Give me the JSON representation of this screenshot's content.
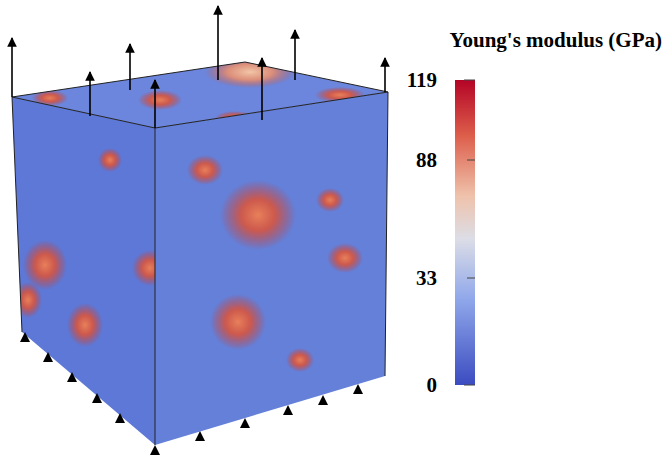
{
  "diagram": {
    "labels": [
      "Young's modulus (GPa)",
      "119",
      "88",
      "33",
      "0"
    ]
  }
}
